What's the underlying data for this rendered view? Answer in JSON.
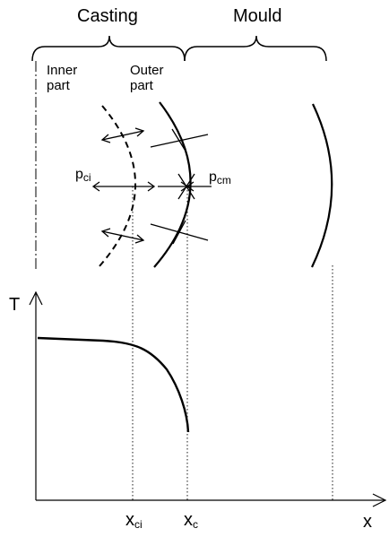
{
  "labels": {
    "casting": "Casting",
    "mould": "Mould",
    "inner_part_line1": "Inner",
    "inner_part_line2": "part",
    "outer_part_line1": "Outer",
    "outer_part_line2": "part",
    "p_ci_base": "p",
    "p_ci_sub": "ci",
    "p_cm_base": "p",
    "p_cm_sub": "cm",
    "temperature_axis": "T",
    "position_axis": "x",
    "x_ci_base": "x",
    "x_ci_sub": "ci",
    "x_c_base": "x",
    "x_c_sub": "c"
  },
  "colors": {
    "ink": "#000000",
    "background": "#ffffff"
  }
}
